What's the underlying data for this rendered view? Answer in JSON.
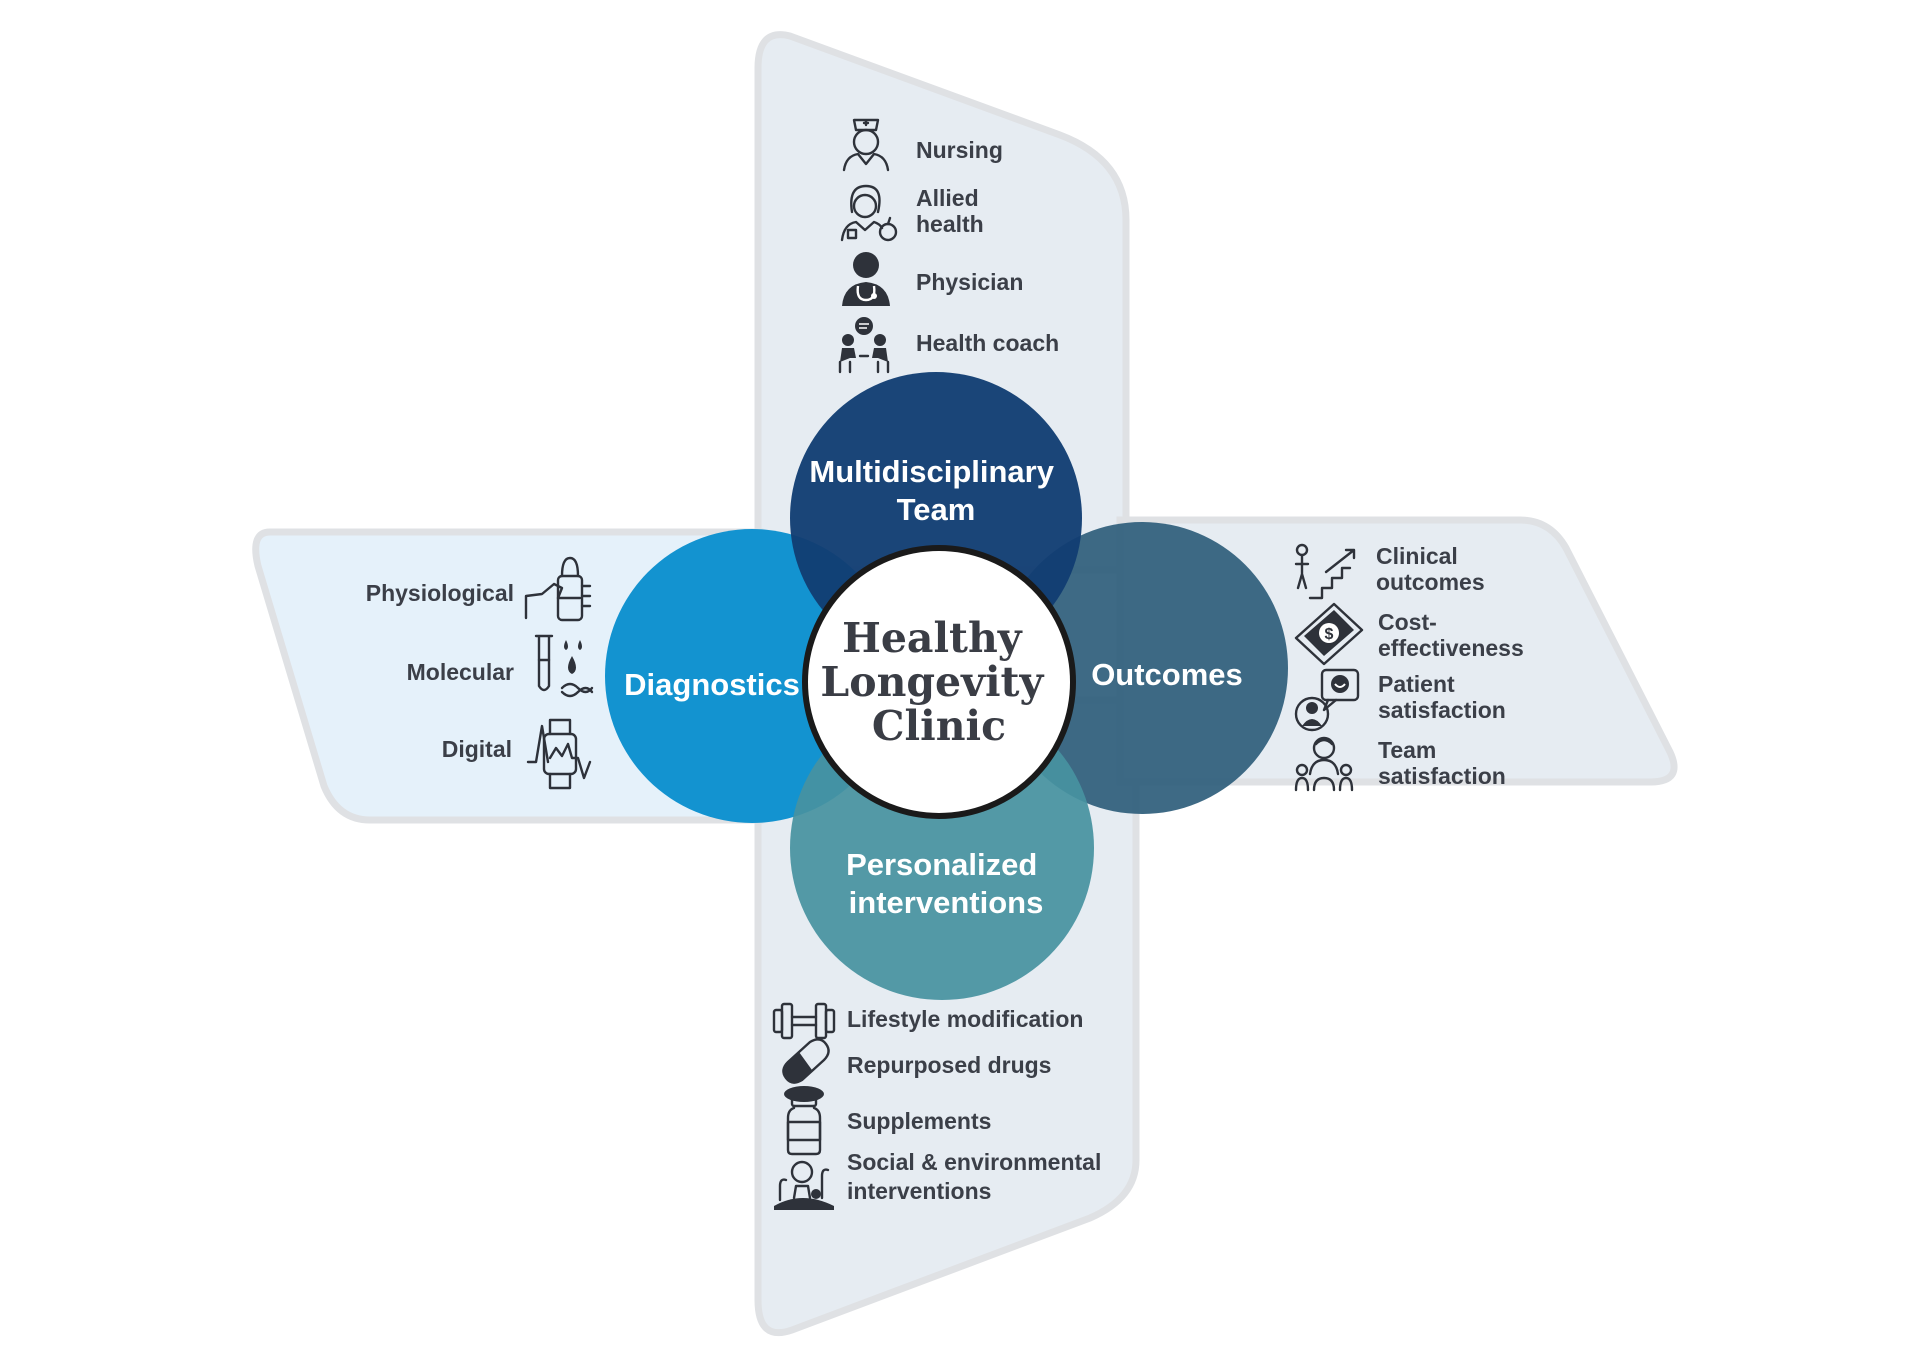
{
  "center": {
    "lines": [
      "Healthy",
      "Longevity",
      "Clinic"
    ]
  },
  "hubs": {
    "team": {
      "lines": [
        "Multidisciplinary",
        "Team"
      ],
      "color": "#123d72"
    },
    "diagnostics": {
      "lines": [
        "Diagnostics"
      ],
      "color": "#1393d0"
    },
    "outcomes": {
      "lines": [
        "Outcomes"
      ],
      "color": "#2f5f7c"
    },
    "interventions": {
      "lines": [
        "Personalized",
        "interventions"
      ],
      "color": "#4792a0"
    }
  },
  "team_items": [
    {
      "icon": "nurse-icon",
      "lines": [
        "Nursing"
      ]
    },
    {
      "icon": "allied-health-icon",
      "lines": [
        "Allied",
        "health"
      ]
    },
    {
      "icon": "physician-icon",
      "lines": [
        "Physician"
      ]
    },
    {
      "icon": "health-coach-icon",
      "lines": [
        "Health coach"
      ]
    }
  ],
  "diagnostics_items": [
    {
      "icon": "physiological-grip-icon",
      "lines": [
        "Physiological"
      ]
    },
    {
      "icon": "molecular-test-tube-icon",
      "lines": [
        "Molecular"
      ]
    },
    {
      "icon": "digital-smartwatch-icon",
      "lines": [
        "Digital"
      ]
    }
  ],
  "outcomes_items": [
    {
      "icon": "clinical-outcomes-stairs-icon",
      "lines": [
        "Clinical",
        "outcomes"
      ]
    },
    {
      "icon": "money-icon",
      "lines": [
        "Cost-",
        "effectiveness"
      ]
    },
    {
      "icon": "patient-satisfaction-icon",
      "lines": [
        "Patient",
        "satisfaction"
      ]
    },
    {
      "icon": "team-satisfaction-icon",
      "lines": [
        "Team",
        "satisfaction"
      ]
    }
  ],
  "interventions_items": [
    {
      "icon": "dumbbell-icon",
      "lines": [
        "Lifestyle modification"
      ]
    },
    {
      "icon": "pills-icon",
      "lines": [
        "Repurposed drugs"
      ]
    },
    {
      "icon": "supplement-bottle-icon",
      "lines": [
        "Supplements"
      ]
    },
    {
      "icon": "social-environment-icon",
      "lines": [
        "Social & environmental",
        "interventions"
      ]
    }
  ],
  "colors": {
    "panel_fill": "#e6ecf2",
    "panel_fill_left": "#e5f1fa",
    "panel_stroke": "#dfe1e4",
    "text": "#3b3f48",
    "center_fill": "#ffffff",
    "center_stroke": "#1a1a1a"
  }
}
